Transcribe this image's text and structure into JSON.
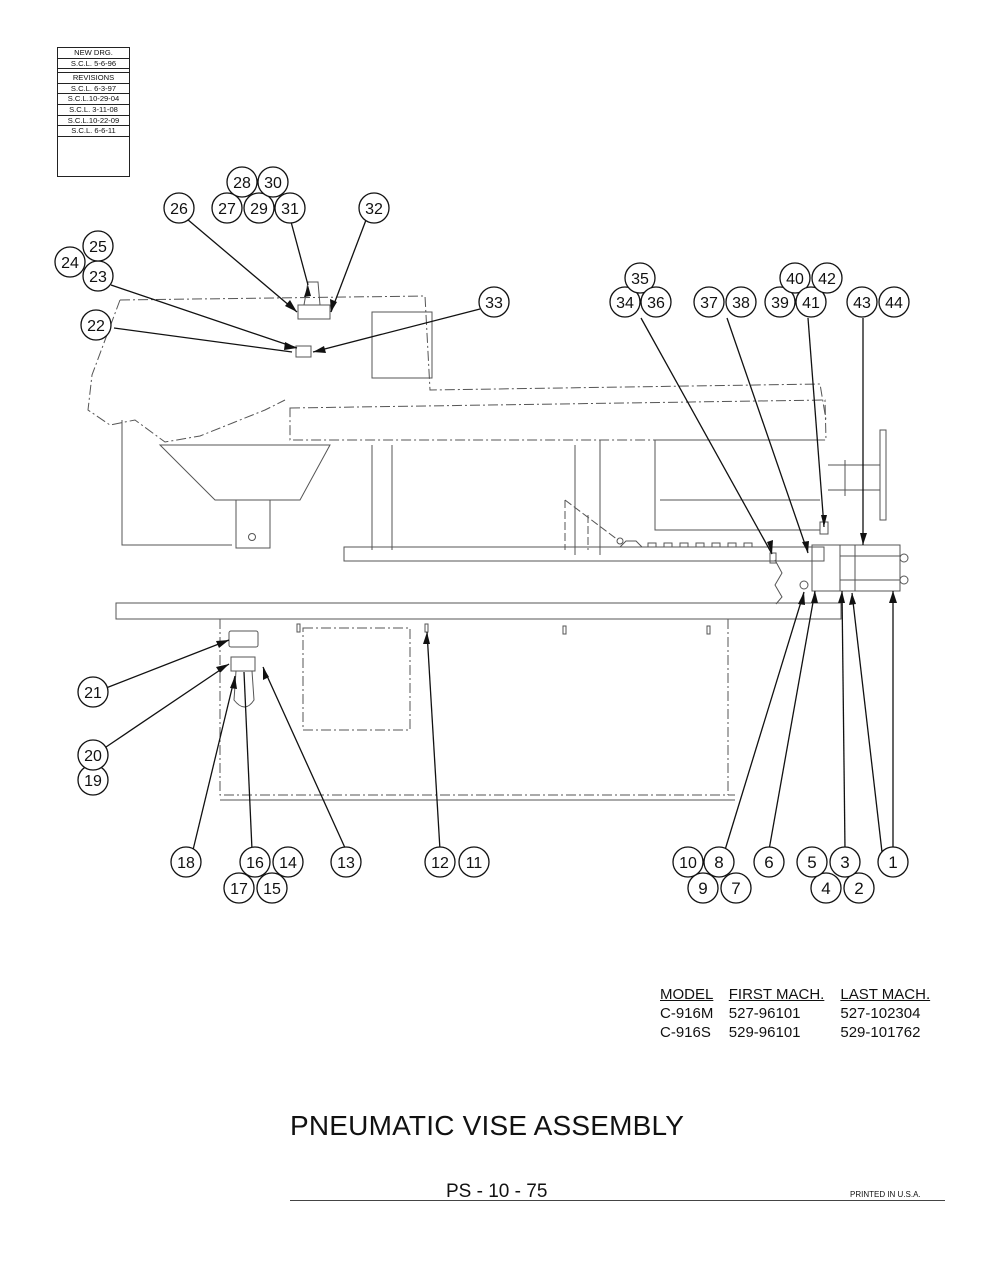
{
  "revision_block": {
    "new_drawing_label": "NEW DRG.",
    "new_drawing": "S.C.L. 5-6-96",
    "revisions_label": "REVISIONS",
    "revisions": [
      "S.C.L. 6-3-97",
      "S.C.L.10-29-04",
      "S.C.L. 3-11-08",
      "S.C.L.10-22-09",
      "S.C.L. 6-6-11"
    ]
  },
  "callouts": [
    "1",
    "2",
    "3",
    "4",
    "5",
    "6",
    "7",
    "8",
    "9",
    "10",
    "11",
    "12",
    "13",
    "14",
    "15",
    "16",
    "17",
    "18",
    "19",
    "20",
    "21",
    "22",
    "23",
    "24",
    "25",
    "26",
    "27",
    "28",
    "29",
    "30",
    "31",
    "32",
    "33",
    "34",
    "35",
    "36",
    "37",
    "38",
    "39",
    "40",
    "41",
    "42",
    "43",
    "44"
  ],
  "model_table": {
    "headers": [
      "MODEL",
      "FIRST MACH.",
      "LAST MACH."
    ],
    "rows": [
      [
        "C-916M",
        "527-96101",
        "527-102304"
      ],
      [
        "C-916S",
        "529-96101",
        "529-101762"
      ]
    ]
  },
  "title": "PNEUMATIC VISE ASSEMBLY",
  "page_number": "PS - 10 - 75",
  "printed": "PRINTED IN U.S.A."
}
